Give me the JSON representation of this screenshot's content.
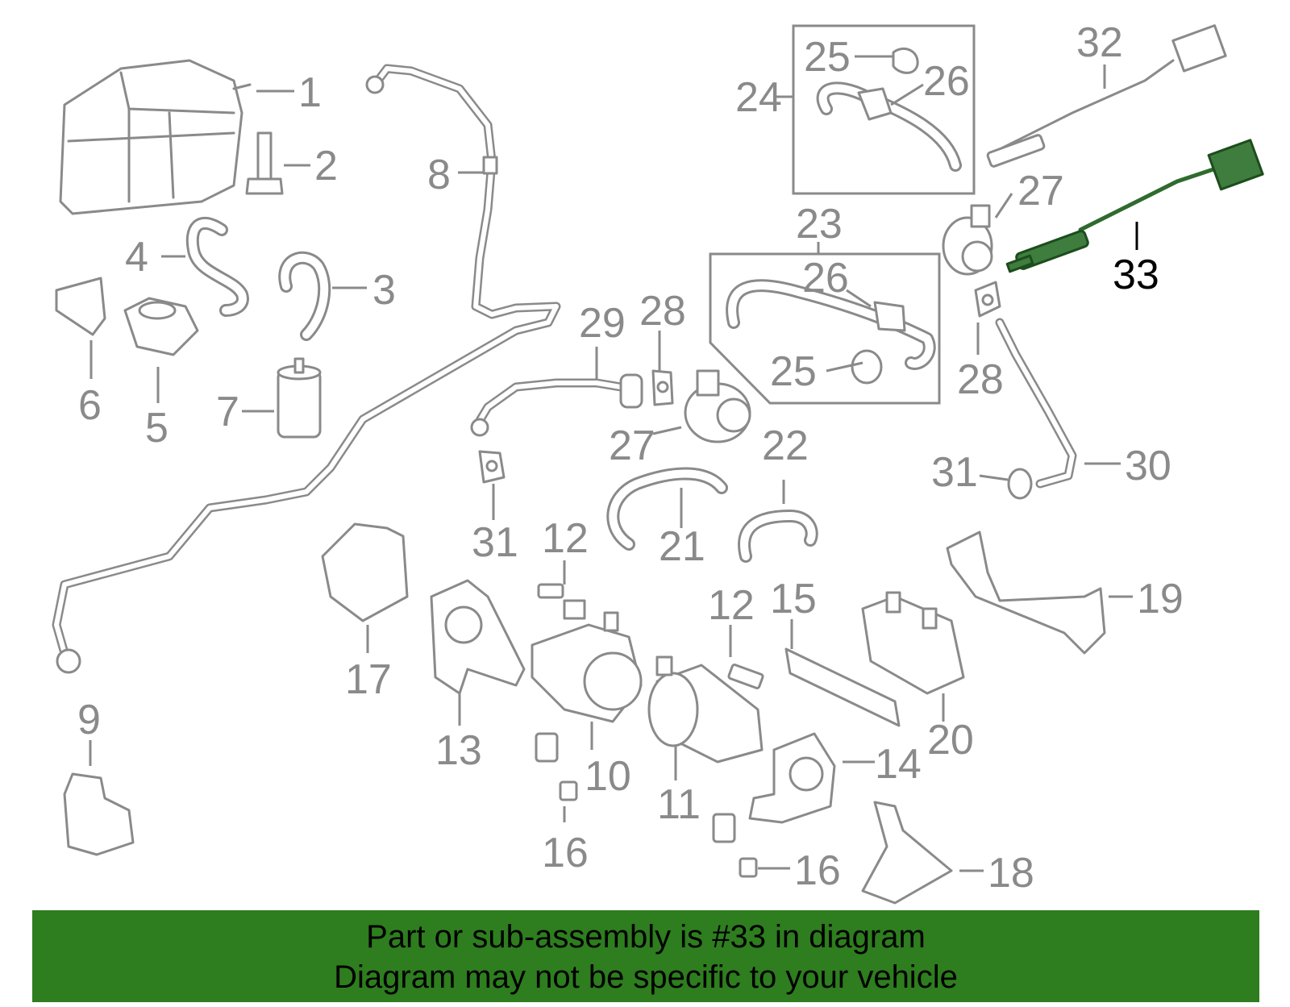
{
  "callouts": {
    "c1": "1",
    "c2": "2",
    "c3": "3",
    "c4": "4",
    "c5": "5",
    "c6": "6",
    "c7": "7",
    "c8": "8",
    "c9": "9",
    "c10": "10",
    "c11": "11",
    "c12a": "12",
    "c12b": "12",
    "c13": "13",
    "c14": "14",
    "c15": "15",
    "c16a": "16",
    "c16b": "16",
    "c17": "17",
    "c18": "18",
    "c19": "19",
    "c20": "20",
    "c21": "21",
    "c22": "22",
    "c23": "23",
    "c24": "24",
    "c25a": "25",
    "c25b": "25",
    "c26a": "26",
    "c26b": "26",
    "c27a": "27",
    "c27b": "27",
    "c28a": "28",
    "c28b": "28",
    "c29": "29",
    "c30": "30",
    "c31a": "31",
    "c31b": "31",
    "c32": "32",
    "c33": "33"
  },
  "banner": {
    "line1": "Part or sub-assembly is #33 in diagram",
    "line2": "Diagram may not be specific to your vehicle"
  },
  "colors": {
    "highlight": "#2e7d1f",
    "parts": "#8a8a8a"
  }
}
